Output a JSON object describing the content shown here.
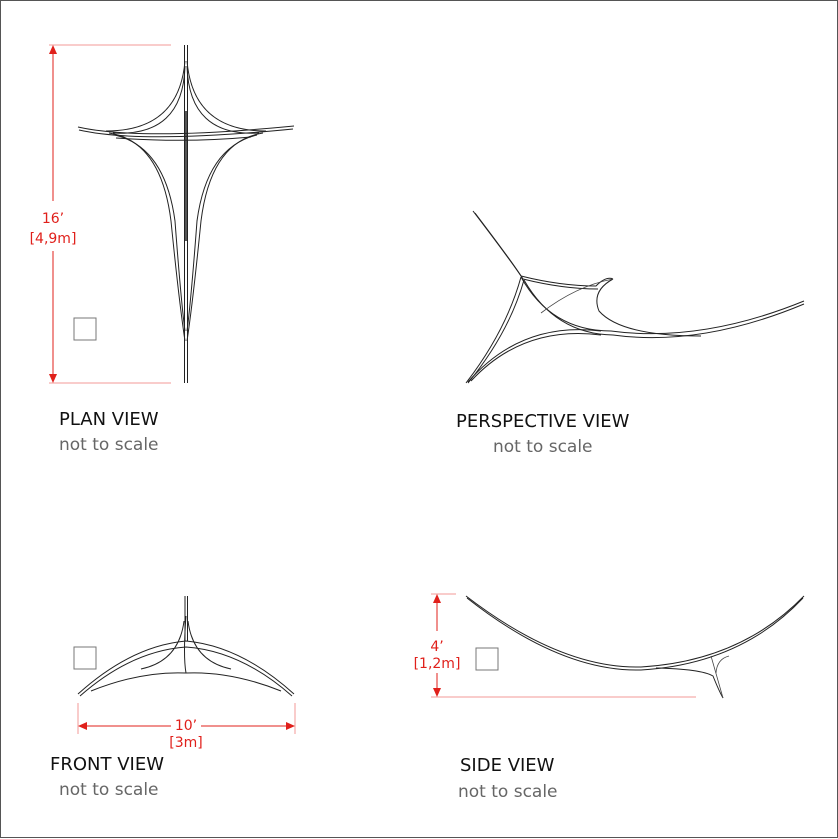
{
  "plan": {
    "title": "PLAN VIEW",
    "subtitle": "not to scale",
    "dim_imperial": "16’",
    "dim_metric": "[4,9m]"
  },
  "perspective": {
    "title": "PERSPECTIVE VIEW",
    "subtitle": "not to scale"
  },
  "front": {
    "title": "FRONT VIEW",
    "subtitle": "not to scale",
    "dim_imperial": "10’",
    "dim_metric": "[3m]"
  },
  "side": {
    "title": "SIDE VIEW",
    "subtitle": "not to scale",
    "dim_imperial": "4’",
    "dim_metric": "[1,2m]"
  },
  "colors": {
    "dimension": "#e0201b",
    "line": "#222222"
  }
}
